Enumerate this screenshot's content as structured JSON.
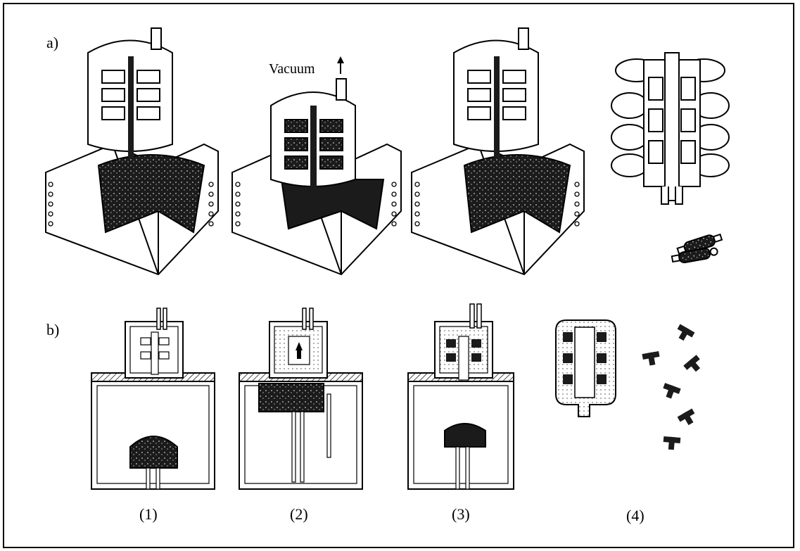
{
  "labels": {
    "part_a": "a)",
    "part_b": "b)",
    "vacuum": "Vacuum",
    "step1": "(1)",
    "step2": "(2)",
    "step3": "(3)",
    "step4": "(4)"
  }
}
